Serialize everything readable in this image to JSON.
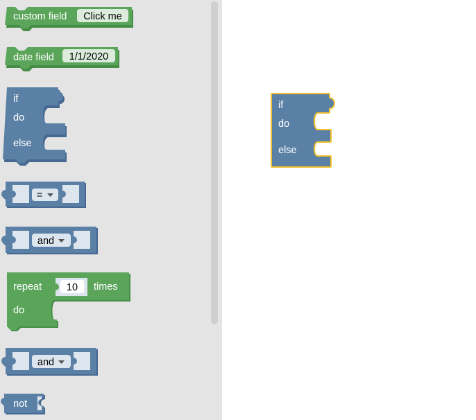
{
  "flyout": {
    "custom_field": {
      "label": "custom field",
      "button_label": "Click me"
    },
    "date_field": {
      "label": "date field",
      "value": "1/1/2020"
    },
    "if_block": {
      "if_label": "if",
      "do_label": "do",
      "else_label": "else"
    },
    "compare_block": {
      "operator": "="
    },
    "logic_block_1": {
      "operator": "and"
    },
    "repeat_block": {
      "repeat_label": "repeat",
      "times_value": "10",
      "times_label": "times",
      "do_label": "do"
    },
    "logic_block_2": {
      "operator": "and"
    },
    "not_block": {
      "label": "not"
    }
  },
  "workspace": {
    "selected_if_block": {
      "if_label": "if",
      "do_label": "do",
      "else_label": "else"
    }
  },
  "colors": {
    "flyout_background": "#e4e4e4",
    "workspace_background": "#ffffff",
    "loop_block": "#5ba55b",
    "logic_block": "#5b80a5",
    "selection_highlight": "#f2c230"
  },
  "icons": {
    "dropdown": "triangle-down"
  }
}
